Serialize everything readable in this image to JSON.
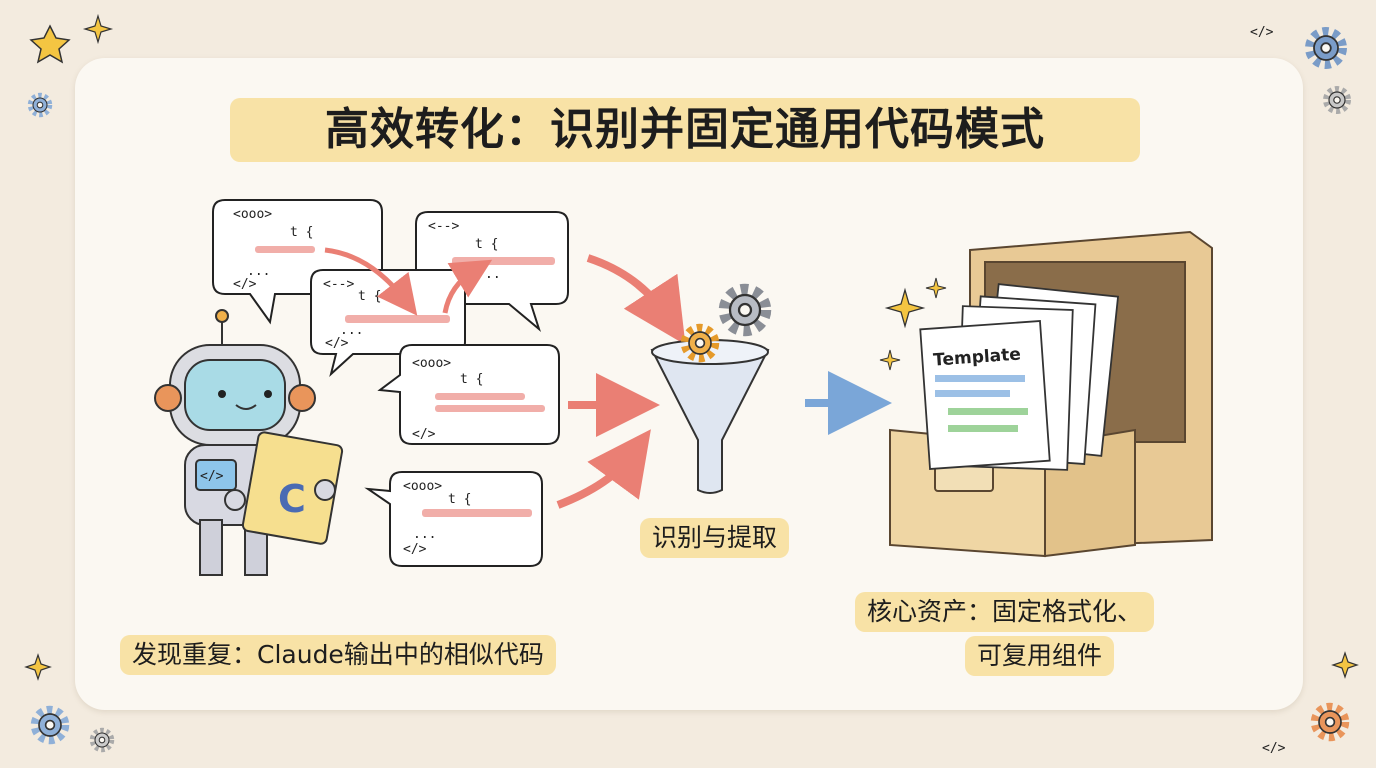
{
  "title": "高效转化：识别并固定通用代码模式",
  "captions": {
    "left": "发现重复：Claude输出中的相似代码",
    "middle": "识别与提取",
    "right_line1": "核心资产：固定格式化、",
    "right_line2": "可复用组件"
  },
  "bubbles": [
    {
      "tag": "<ooo>",
      "fn": "t {",
      "dots": "...",
      "close": "</>"
    },
    {
      "tag": "<-->",
      "fn": "t {",
      "dots": "..",
      "close": ""
    },
    {
      "tag": "<-->",
      "fn": "t {",
      "dots": "...",
      "close": "</>"
    },
    {
      "tag": "<ooo>",
      "fn": "t {",
      "dots": "",
      "close": "</>"
    },
    {
      "tag": "<ooo>",
      "fn": "t {",
      "dots": "...",
      "close": "</>"
    }
  ],
  "robot": {
    "screen_text": "</>",
    "notebook_letter": "C"
  },
  "cabinet": {
    "document_title": "Template"
  },
  "decor": {
    "code_tag": "</>"
  },
  "colors": {
    "background": "#f3ebdf",
    "card": "#fbf8f2",
    "highlight": "#f8e2a6",
    "arrow_red": "#ea7f74",
    "arrow_blue": "#7aa6d8",
    "gear_blue": "#7a9cc8",
    "gear_orange": "#e9955b"
  }
}
